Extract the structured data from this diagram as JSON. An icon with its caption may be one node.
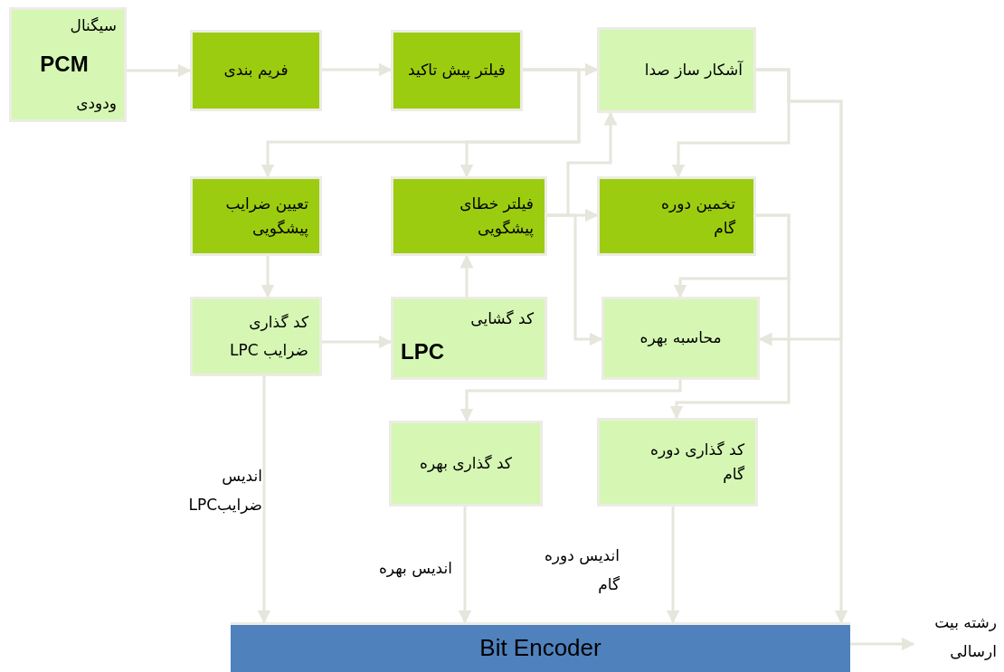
{
  "diagram": {
    "nodes": [
      {
        "text": [
          "سیگنال",
          "PCM",
          "ودودی"
        ]
      },
      {
        "text": [
          "فریم بندی"
        ]
      },
      {
        "text": [
          "فیلتر پیش تاکید"
        ]
      },
      {
        "text": [
          "آشکار ساز صدا"
        ]
      },
      {
        "text": [
          "تعیین ضرایب پیشگویی"
        ]
      },
      {
        "text": [
          "فیلتر خطای پیشگویی"
        ]
      },
      {
        "text": [
          "تخمین دوره گام"
        ]
      },
      {
        "text": [
          "کد گذاری",
          "ضرایب LPC"
        ]
      },
      {
        "text": [
          "کد گشایی",
          "LPC"
        ]
      },
      {
        "text": [
          "محاسبه بهره"
        ]
      },
      {
        "text": [
          "کد گذاری بهره"
        ]
      },
      {
        "text": [
          "کد گذاری دوره گام"
        ]
      },
      {
        "text": [
          "Bit Encoder"
        ]
      }
    ],
    "edges": [
      {
        "from": 0,
        "to": 1,
        "arrow": "to"
      },
      {
        "from": 1,
        "to": 2,
        "arrow": "to"
      },
      {
        "from": 2,
        "to": 3,
        "arrow": "to"
      },
      {
        "from": 2,
        "to": 4,
        "arrow": "to"
      },
      {
        "from": 2,
        "to": 5,
        "arrow": "to"
      },
      {
        "from": 5,
        "to": 6,
        "arrow": "to"
      },
      {
        "from": 5,
        "to": 3,
        "arrow": "to"
      },
      {
        "from": 5,
        "to": 9,
        "arrow": "to"
      },
      {
        "from": 3,
        "to": 6,
        "arrow": "to"
      },
      {
        "from": 3,
        "to": 12,
        "arrow": "to"
      },
      {
        "from": 3,
        "to": 9,
        "arrow": "to"
      },
      {
        "from": 6,
        "to": 9,
        "arrow": "to"
      },
      {
        "from": 6,
        "to": 11,
        "arrow": "to"
      },
      {
        "from": 4,
        "to": 7,
        "arrow": "to"
      },
      {
        "from": 7,
        "to": 8,
        "arrow": "to"
      },
      {
        "from": 8,
        "to": 5,
        "arrow": "to"
      },
      {
        "from": 7,
        "to": 12,
        "arrow": "to",
        "label": "اندیس ضرایبLPC"
      },
      {
        "from": 9,
        "to": 10,
        "arrow": "to"
      },
      {
        "from": 10,
        "to": 12,
        "arrow": "to",
        "label": "اندیس بهره"
      },
      {
        "from": 11,
        "to": 12,
        "arrow": "to",
        "label": "اندیس دوره گام"
      },
      {
        "from": 12,
        "to": null,
        "arrow": "to",
        "label": "رشته بیت ارسالی"
      }
    ]
  }
}
